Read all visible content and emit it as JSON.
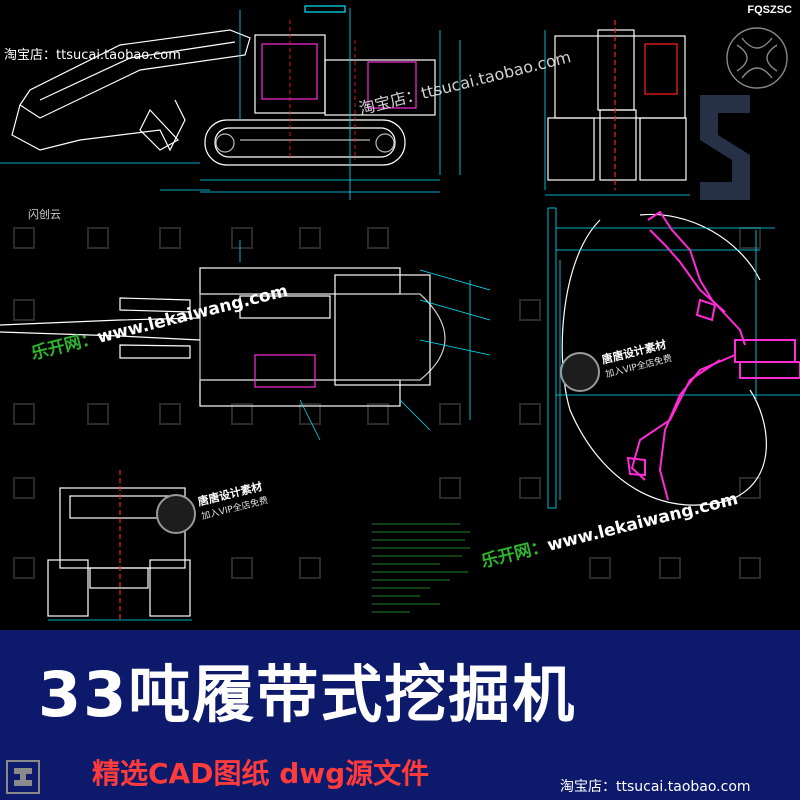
{
  "watermarks": {
    "shop_left": "淘宝店：ttsucai.taobao.com",
    "shop_mid": "淘宝店：ttsucai.taobao.com",
    "lekai_cn": "乐开网：",
    "lekai_url": "www.lekaiwang.com",
    "brand_small": "闪创云",
    "tangtang_name": "唐唐设计素材",
    "tangtang_vip": "加入VIP全店免费"
  },
  "drawing": {
    "code": "FQSZSC"
  },
  "banner": {
    "title": "33吨履带式挖掘机",
    "subtitle": "精选CAD图纸  dwg源文件",
    "shop": "淘宝店：ttsucai.taobao.com"
  },
  "colors": {
    "banner_bg": "#0d1a6b",
    "subtitle": "#ff3b3b",
    "cad_white": "#ffffff",
    "cad_cyan": "#00e5ff",
    "cad_magenta": "#ff2bd6",
    "cad_red": "#ff2020"
  }
}
